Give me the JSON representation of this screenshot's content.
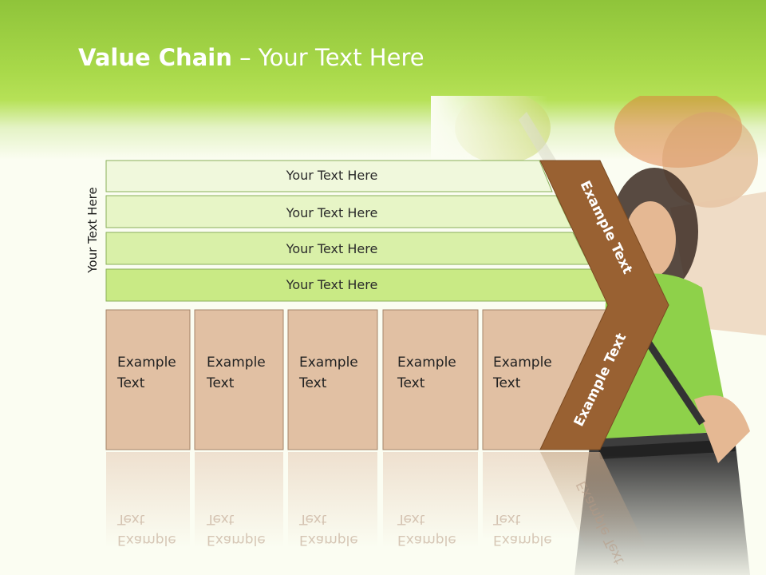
{
  "slide": {
    "title_bold": "Value Chain",
    "title_rest": " – Your Text Here",
    "side_label": "Your Text Here"
  },
  "support_bars": [
    {
      "label": "Your Text Here"
    },
    {
      "label": "Your Text Here"
    },
    {
      "label": "Your Text Here"
    },
    {
      "label": "Your Text Here"
    }
  ],
  "primary_boxes": [
    {
      "line1": "Example",
      "line2": "Text"
    },
    {
      "line1": "Example",
      "line2": "Text"
    },
    {
      "line1": "Example",
      "line2": "Text"
    },
    {
      "line1": "Example",
      "line2": "Text"
    },
    {
      "line1": "Example",
      "line2": "Text"
    }
  ],
  "margin_arrow": {
    "upper_label": "Example Text",
    "lower_label": "Example Text"
  },
  "colors": {
    "header_green": "#a9d94a",
    "bar_fill_light": "#eef8d8",
    "bar_fill_dark": "#c7ea85",
    "bar_border": "#8ab05a",
    "box_fill": "#e1c0a3",
    "box_border": "#a58569",
    "arrow_brown": "#996132"
  }
}
